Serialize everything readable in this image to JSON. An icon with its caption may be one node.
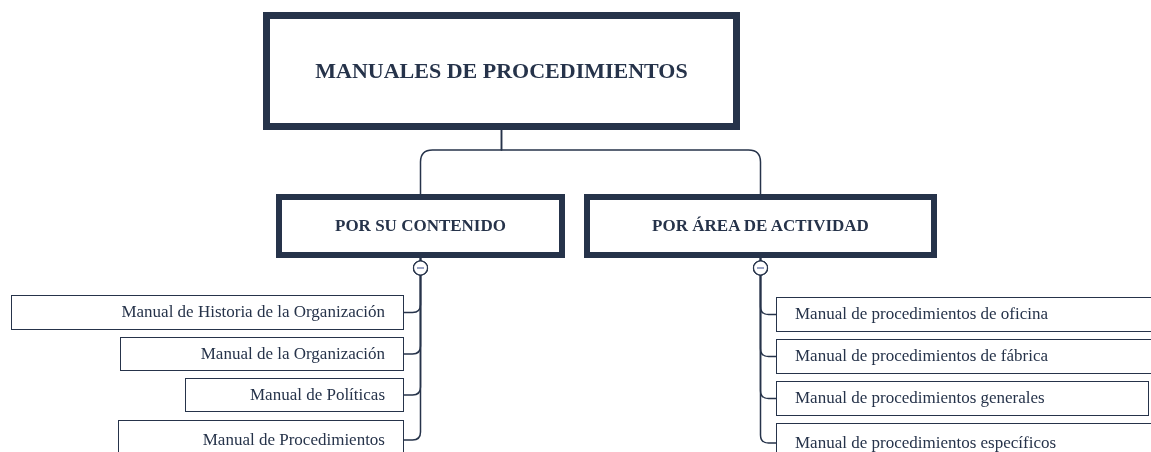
{
  "diagram": {
    "nodes": [
      {
        "text": [
          "MANUALES DE PROCEDIMIENTOS"
        ]
      },
      {
        "text": [
          "POR SU CONTENIDO"
        ]
      },
      {
        "text": [
          "POR ÁREA DE ACTIVIDAD"
        ]
      },
      {
        "text": [
          "Manual de Historia de la Organización"
        ]
      },
      {
        "text": [
          "Manual de la Organización"
        ]
      },
      {
        "text": [
          "Manual de Políticas"
        ]
      },
      {
        "text": [
          "Manual de Procedimientos"
        ]
      },
      {
        "text": [
          "Manual de procedimientos de oficina"
        ]
      },
      {
        "text": [
          "Manual de procedimientos de fábrica"
        ]
      },
      {
        "text": [
          "Manual de procedimientos generales"
        ]
      },
      {
        "text": [
          "Manual de procedimientos específicos"
        ]
      }
    ],
    "edges": [
      {
        "from": 0,
        "to": 1,
        "arrow": "none"
      },
      {
        "from": 0,
        "to": 2,
        "arrow": "none"
      },
      {
        "from": 1,
        "to": 3,
        "arrow": "other"
      },
      {
        "from": 1,
        "to": 4,
        "arrow": "other"
      },
      {
        "from": 1,
        "to": 5,
        "arrow": "other"
      },
      {
        "from": 1,
        "to": 6,
        "arrow": "other"
      },
      {
        "from": 2,
        "to": 7,
        "arrow": "other"
      },
      {
        "from": 2,
        "to": 8,
        "arrow": "other"
      },
      {
        "from": 2,
        "to": 9,
        "arrow": "other"
      },
      {
        "from": 2,
        "to": 10,
        "arrow": "other"
      }
    ]
  }
}
